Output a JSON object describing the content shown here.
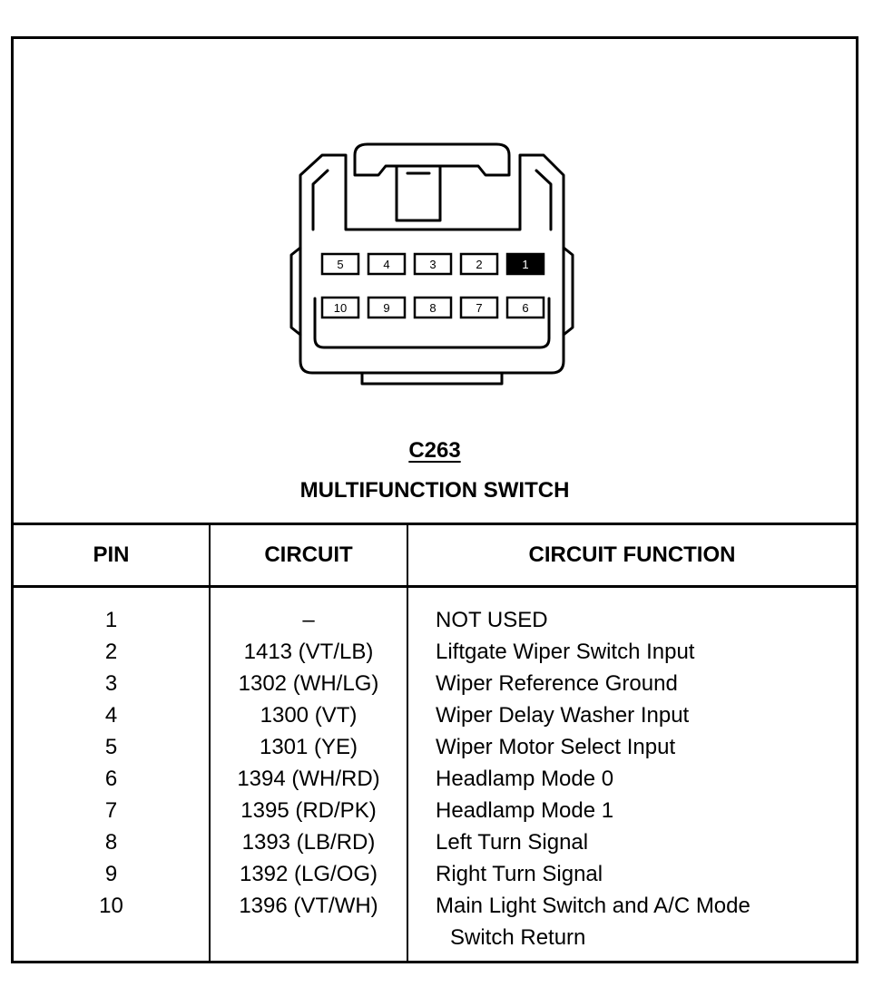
{
  "connector": {
    "id": "C263",
    "name": "MULTIFUNCTION SWITCH",
    "pin_labels_top": [
      "5",
      "4",
      "3",
      "2",
      "1"
    ],
    "pin_labels_bottom": [
      "10",
      "9",
      "8",
      "7",
      "6"
    ],
    "filled_pin": "1"
  },
  "table": {
    "headers": {
      "pin": "PIN",
      "circuit": "CIRCUIT",
      "function": "CIRCUIT FUNCTION"
    },
    "rows": [
      {
        "pin": "1",
        "circuit": "–",
        "function": "NOT USED",
        "function_cont": ""
      },
      {
        "pin": "2",
        "circuit": "1413 (VT/LB)",
        "function": "Liftgate Wiper Switch Input",
        "function_cont": ""
      },
      {
        "pin": "3",
        "circuit": "1302 (WH/LG)",
        "function": "Wiper Reference Ground",
        "function_cont": ""
      },
      {
        "pin": "4",
        "circuit": "1300 (VT)",
        "function": "Wiper Delay Washer Input",
        "function_cont": ""
      },
      {
        "pin": "5",
        "circuit": "1301 (YE)",
        "function": "Wiper Motor Select Input",
        "function_cont": ""
      },
      {
        "pin": "6",
        "circuit": "1394 (WH/RD)",
        "function": "Headlamp Mode 0",
        "function_cont": ""
      },
      {
        "pin": "7",
        "circuit": "1395 (RD/PK)",
        "function": "Headlamp Mode 1",
        "function_cont": ""
      },
      {
        "pin": "8",
        "circuit": "1393 (LB/RD)",
        "function": "Left Turn Signal",
        "function_cont": ""
      },
      {
        "pin": "9",
        "circuit": "1392 (LG/OG)",
        "function": "Right Turn Signal",
        "function_cont": ""
      },
      {
        "pin": "10",
        "circuit": "1396 (VT/WH)",
        "function": "Main Light Switch and A/C Mode",
        "function_cont": "Switch Return"
      }
    ]
  }
}
